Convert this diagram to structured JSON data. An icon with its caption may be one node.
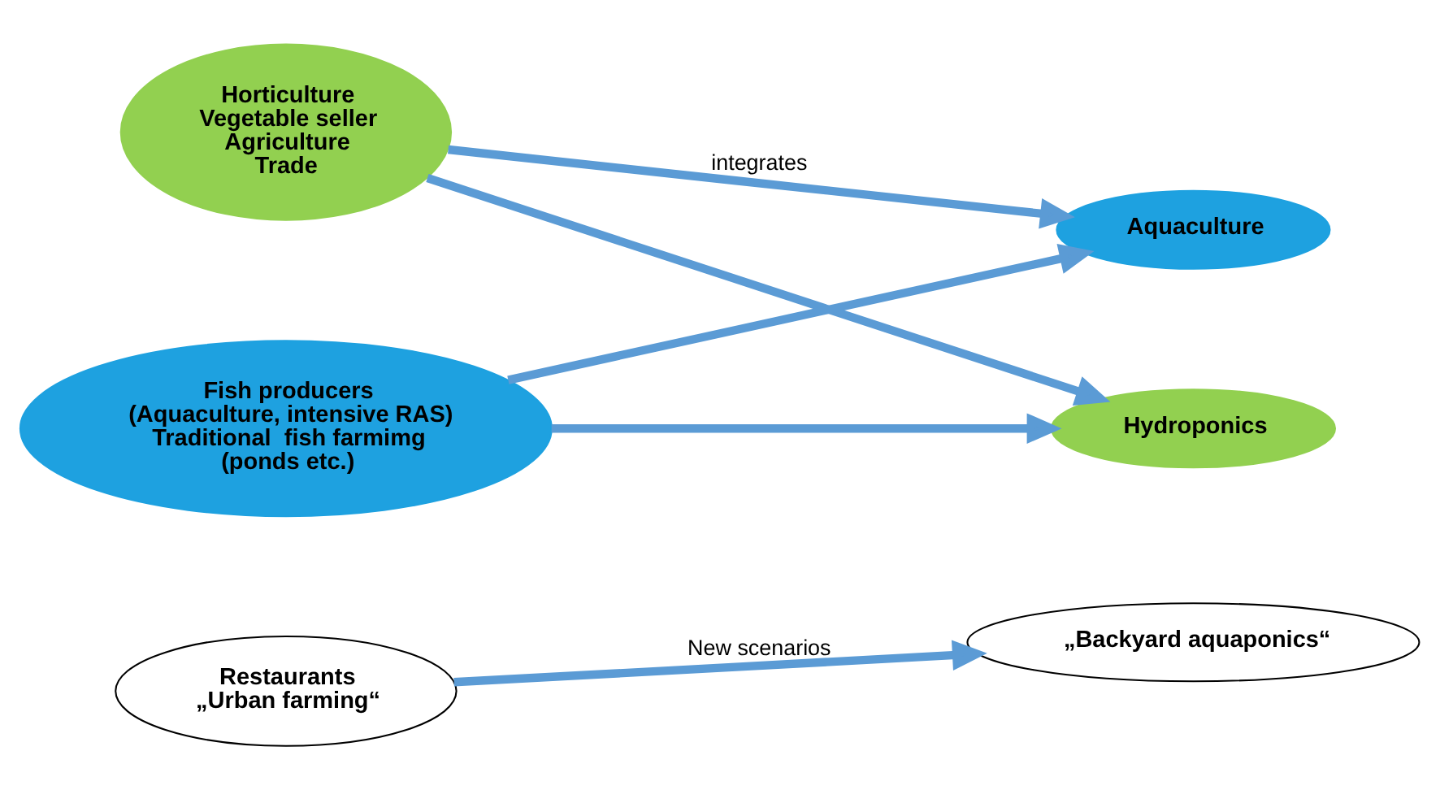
{
  "diagram": {
    "nodes": [
      {
        "text": [
          "Horticulture",
          "Vegetable seller",
          "Agriculture",
          "Trade"
        ]
      },
      {
        "text": [
          "Fish producers",
          "(Aquaculture, intensive RAS)",
          "Traditional  fish farmimg",
          "(ponds etc.)"
        ]
      },
      {
        "text": [
          "Restaurants",
          "„Urban farming“"
        ]
      },
      {
        "text": [
          "Aquaculture"
        ]
      },
      {
        "text": [
          "Hydroponics"
        ]
      },
      {
        "text": [
          "„Backyard aquaponics“"
        ]
      }
    ],
    "edges": [
      {
        "from": 0,
        "to": 3,
        "arrow": "to",
        "label": "integrates"
      },
      {
        "from": 0,
        "to": 4,
        "arrow": "to"
      },
      {
        "from": 1,
        "to": 3,
        "arrow": "to"
      },
      {
        "from": 1,
        "to": 4,
        "arrow": "to"
      },
      {
        "from": 2,
        "to": 5,
        "arrow": "to",
        "label": "New scenarios"
      }
    ]
  }
}
